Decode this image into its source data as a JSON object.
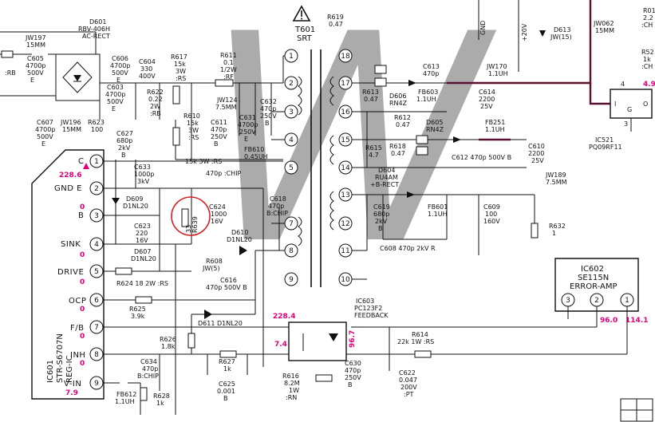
{
  "watermark": "W",
  "labels": {
    "d601_ref": "D601",
    "d601_part": "RBV-406H",
    "d601_desc": "AC-RECT",
    "jw197_ref": "JW197",
    "jw197_val": "15MM",
    "c605": [
      "C605",
      "4700p",
      "500V",
      "E"
    ],
    "rb_left": ":RB",
    "c606": [
      "C606",
      "4700p",
      "500V",
      "E"
    ],
    "c603": [
      "C603",
      "4700p",
      "500V",
      "E"
    ],
    "c604": [
      "C604",
      "330",
      "400V"
    ],
    "c607": [
      "C607",
      "4700p",
      "500V",
      "E"
    ],
    "jw196": [
      "JW196",
      "15MM"
    ],
    "r623": [
      "R623",
      "100"
    ],
    "r617": [
      "R617",
      "15k",
      "3W",
      ":RS"
    ],
    "r611": [
      "R611",
      "0.1",
      "1/2W",
      ":RF"
    ],
    "r622": [
      "R622",
      "0.22",
      "2W",
      ":RB"
    ],
    "jw124": [
      "JW124",
      "7.5MM"
    ],
    "r610": [
      "R610",
      "15k",
      "3W",
      ":RS"
    ],
    "c611": [
      "C611",
      "470p",
      "250V",
      "B"
    ],
    "c631": [
      "C631",
      "4700p",
      "250V",
      "E"
    ],
    "c632": [
      "C632",
      "470p",
      "250V",
      "B"
    ],
    "c627": [
      "C627",
      "680p",
      "2kV",
      "B"
    ],
    "r636": "15k 3W :RS",
    "fb610": [
      "FB610",
      "0.45UH"
    ],
    "c633": [
      "C633",
      "1000p",
      "3kV"
    ],
    "c628": "470p :CHIP",
    "d609": [
      "D609",
      "D1NL20"
    ],
    "r639_ref": "R639",
    "r639_val": "33",
    "c624": [
      "C624",
      "1000",
      "16V"
    ],
    "c623": [
      "C623",
      "220",
      "16V"
    ],
    "c618": [
      "C618",
      "470p",
      "B:CHIP"
    ],
    "d607": [
      "D607",
      "D1NL20"
    ],
    "r608": [
      "R608",
      "JW(5)"
    ],
    "d610": [
      "D610",
      "D1NL20"
    ],
    "r624": "R624  18 2W :RS",
    "c616": [
      "C616",
      "470p 500V B"
    ],
    "r625": [
      "R625",
      "3.9k"
    ],
    "d611": "D611  D1NL20",
    "r626": [
      "R626",
      "1.8k"
    ],
    "r627": [
      "R627",
      "1k"
    ],
    "c625": [
      "C625",
      "0.001",
      "B"
    ],
    "c634": [
      "C634",
      "470p",
      "B:CHIP"
    ],
    "fb612": [
      "FB612",
      "1.1UH"
    ],
    "r628": [
      "R628",
      "1k"
    ],
    "t601": [
      "T601",
      "SRT"
    ],
    "r619": [
      "R619",
      "0.47"
    ],
    "c613": [
      "C613",
      "470p"
    ],
    "r613": [
      "R613",
      "0.47"
    ],
    "d606": [
      "D606",
      "RN4Z"
    ],
    "fb603": [
      "FB603",
      "1.1UH"
    ],
    "jw170": [
      "JW170",
      "1.1UH"
    ],
    "c614": [
      "C614",
      "2200",
      "25V"
    ],
    "r612": [
      "R612",
      "0.47"
    ],
    "d605": [
      "D605",
      "RN4Z"
    ],
    "fb251": [
      "FB251",
      "1.1UH"
    ],
    "r615": [
      "R615",
      "4.7"
    ],
    "r618": [
      "R618",
      "0.47"
    ],
    "c612": "C612  470p 500V B",
    "c610": [
      "C610",
      "2200",
      "25V"
    ],
    "jw189": [
      "JW189",
      "7.5MM"
    ],
    "d604": [
      "D604",
      "RU4AM",
      "+B-RECT"
    ],
    "c619": [
      "C619",
      "680p",
      "2kV",
      "B"
    ],
    "fb601": [
      "FB601",
      "1.1UH"
    ],
    "c609": [
      "C609",
      "100",
      "160V"
    ],
    "c608": "C608  470p  2kV R",
    "r632": [
      "R632",
      "1"
    ],
    "d613": [
      "D613",
      "JW(15)"
    ],
    "jw062": [
      "JW062",
      "15MM"
    ],
    "gnd_top": "GND",
    "v20_top": "+20V",
    "ic521": [
      "IC521",
      "PQ09RF11"
    ],
    "ic521_pins": {
      "p4": "4",
      "p3": "3",
      "i": "I",
      "g": "G",
      "o": "O"
    },
    "r01_top": [
      "R01",
      "2.2",
      ":CH"
    ],
    "r52_top": [
      "R52",
      "1k",
      ":CH"
    ],
    "ic602": [
      "IC602",
      "SE115N",
      "ERROR-AMP"
    ],
    "ic603": [
      "IC603",
      "PC123F2",
      "FEEDBACK"
    ],
    "r614": [
      "R614",
      "22k 1W :RS"
    ],
    "c630": [
      "C630",
      "470p",
      "250V",
      "B"
    ],
    "r616": [
      "R616",
      "8.2M",
      "1W",
      ":RN"
    ],
    "c622": [
      "C622",
      "0.047",
      "200V",
      ":PT"
    ],
    "ic601": [
      "IC601",
      "STR-S6707N",
      "REG-IC"
    ]
  },
  "ic601_pins": [
    {
      "num": "1",
      "label": "C"
    },
    {
      "num": "2",
      "label": "GND E"
    },
    {
      "num": "3",
      "label": "B"
    },
    {
      "num": "4",
      "label": "SINK"
    },
    {
      "num": "5",
      "label": "DRIVE"
    },
    {
      "num": "6",
      "label": "OCP"
    },
    {
      "num": "7",
      "label": "F/B"
    },
    {
      "num": "8",
      "label": "INH"
    },
    {
      "num": "9",
      "label": "V-IN"
    }
  ],
  "t601_pins_left": [
    "1",
    "2",
    "3",
    "4",
    "5",
    "7",
    "8",
    "9"
  ],
  "t601_pins_right": [
    "18",
    "17",
    "16",
    "15",
    "14",
    "13",
    "12",
    "11",
    "10"
  ],
  "ic602_pins": [
    "3",
    "2",
    "1"
  ],
  "voltages": {
    "c_pin": "228.6",
    "v_in": "7.9",
    "ic603_top": "228.4",
    "ic603_left": "7.4",
    "ic603_right": "96.7",
    "ic602_p2": "96.0",
    "ic602_p1": "114.1",
    "ic521_p4": "4.9",
    "zero": "0"
  },
  "colors": {
    "line": "#111111",
    "marker": "#e0007a",
    "highlight_circle": "#d42020",
    "hv_trace": "#5a1030"
  }
}
